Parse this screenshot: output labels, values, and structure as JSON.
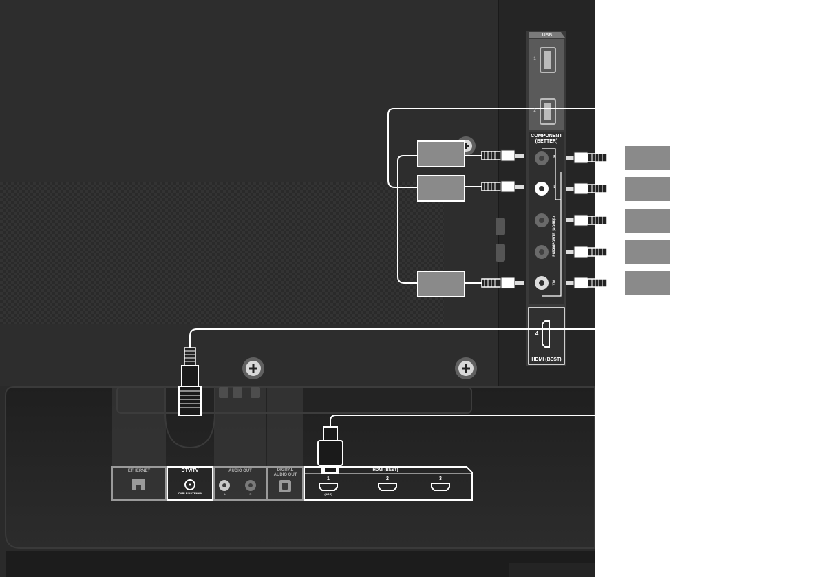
{
  "panel_labels": {
    "usb": "USB",
    "usb_port_1": "1",
    "usb_port_2": "2",
    "component_title": "COMPONENT",
    "component_subtitle": "(BETTER)",
    "component_r": "R",
    "component_l": "L",
    "component_pr": "Pr/Cr",
    "component_pb": "Pb/Cb",
    "component_y": "Y/V",
    "composite": "COMPOSITE (GOOD)",
    "hdmi4_number": "4",
    "hdmi_side_title": "HDMI (BEST)",
    "ethernet": "ETHERNET",
    "dtv_tv": "DTV/TV",
    "cable_antenna": "CABLE/ANTENNA",
    "audio_out": "AUDIO OUT",
    "audio_l": "L",
    "audio_r": "R",
    "digital_audio_out_1": "DIGITAL",
    "digital_audio_out_2": "AUDIO OUT",
    "hdmi_bottom_title": "HDMI (BEST)",
    "hdmi1_number": "1",
    "hdmi1_arc": "(ARC)",
    "hdmi2_number": "2",
    "hdmi3_number": "3"
  },
  "colors": {
    "tv_back": "#282828",
    "panel_face": "#ffffff",
    "placeholder_box": "#8a8a8a",
    "callout_line": "#ffffff"
  },
  "icons": [
    "usb-port-icon",
    "rca-jack-icon",
    "hdmi-port-icon",
    "ethernet-port-icon",
    "coax-port-icon",
    "optical-port-icon",
    "screw-icon",
    "rca-plug-icon",
    "coax-plug-icon",
    "hdmi-plug-icon"
  ]
}
